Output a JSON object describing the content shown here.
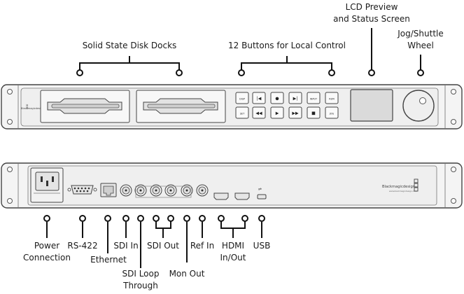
{
  "front_panel": {
    "callouts": {
      "disk_docks": "Solid State Disk Docks",
      "buttons": "12 Buttons for Local Control",
      "lcd": "LCD Preview\nand Status Screen",
      "jog": "Jog/Shuttle\nWheel"
    },
    "brand_label": "Blackmagicdesign",
    "model_label": "HDD",
    "buttons_top": [
      "DISP",
      "|◀",
      "●",
      "▶|",
      "INPUT",
      "REM"
    ],
    "buttons_bottom": [
      "SET",
      "◀◀",
      "▶",
      "▶▶",
      "■",
      "JOG"
    ]
  },
  "rear_panel": {
    "callouts": {
      "power": "Power\nConnection",
      "rs422": "RS-422",
      "ethernet": "Ethernet",
      "sdi_in": "SDI In",
      "sdi_loop": "SDI Loop\nThrough",
      "sdi_out": "SDI Out",
      "mon_out": "Mon Out",
      "ref_in": "Ref In",
      "hdmi": "HDMI\nIn/Out",
      "usb": "USB"
    },
    "brand_label": "Blackmagicdesign",
    "brand_url": "www.blackmagicdesign.com"
  },
  "colors": {
    "panel_fill": "#f4f4f4",
    "stroke": "#444444",
    "lcd_fill": "#dadada",
    "leader": "#111111"
  }
}
